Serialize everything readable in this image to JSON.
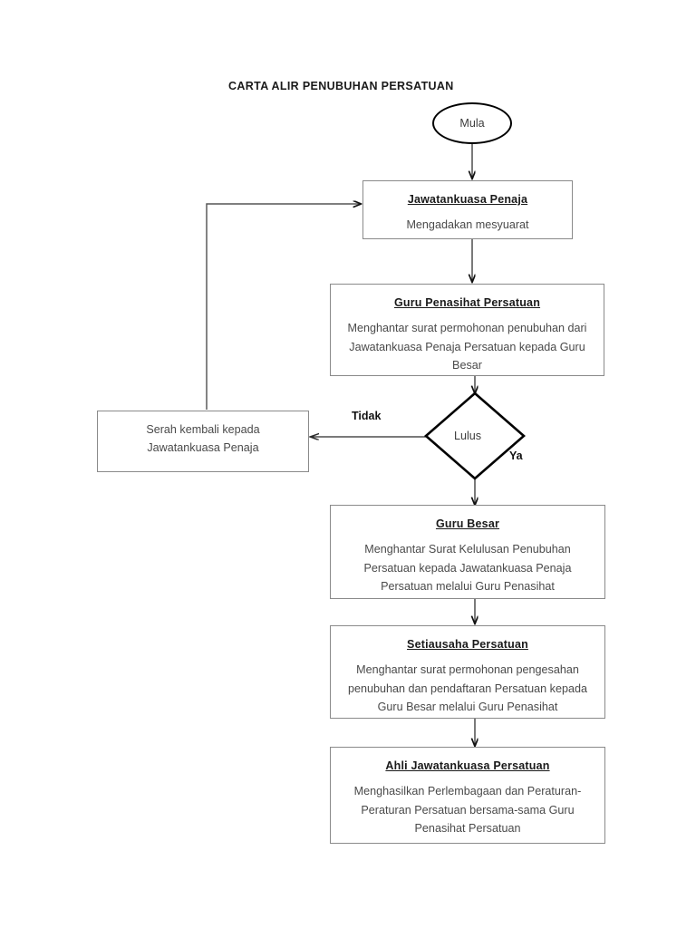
{
  "title": "CARTA ALIR PENUBUHAN PERSATUAN",
  "nodes": {
    "start": {
      "label": "Mula",
      "shape": "ellipse"
    },
    "jawatankuasa_penaja": {
      "title": "Jawatankuasa Penaja",
      "body": "Mengadakan mesyuarat",
      "shape": "process"
    },
    "guru_penasihat": {
      "title": "Guru Penasihat Persatuan",
      "body": "Menghantar surat permohonan penubuhan dari Jawatankuasa Penaja Persatuan kepada Guru Besar",
      "shape": "process"
    },
    "decision_lulus": {
      "label": "Lulus",
      "shape": "diamond",
      "yes_label": "Ya",
      "no_label": "Tidak"
    },
    "serah_kembali": {
      "body": "Serah kembali kepada Jawatankuasa Penaja",
      "shape": "process"
    },
    "guru_besar": {
      "title": "Guru Besar",
      "body": "Menghantar Surat Kelulusan Penubuhan Persatuan kepada Jawatankuasa Penaja Persatuan melalui Guru Penasihat",
      "shape": "process"
    },
    "setiausaha": {
      "title": "Setiausaha Persatuan",
      "body": "Menghantar surat permohonan pengesahan penubuhan dan pendaftaran Persatuan kepada Guru Besar melalui Guru Penasihat",
      "shape": "process"
    },
    "ahli_jawatankuasa": {
      "title": "Ahli Jawatankuasa Persatuan",
      "body": "Menghasilkan Perlembagaan dan Peraturan-Peraturan Persatuan bersama-sama Guru Penasihat Persatuan",
      "shape": "process"
    }
  },
  "colors": {
    "box_border": "#8a8a8a",
    "terminator_border": "#000000",
    "diamond_border": "#000000",
    "connector": "#2b2b2b",
    "title_text": "#1a1a1a",
    "body_text": "#4a4a4a",
    "page_background": "#ffffff"
  }
}
